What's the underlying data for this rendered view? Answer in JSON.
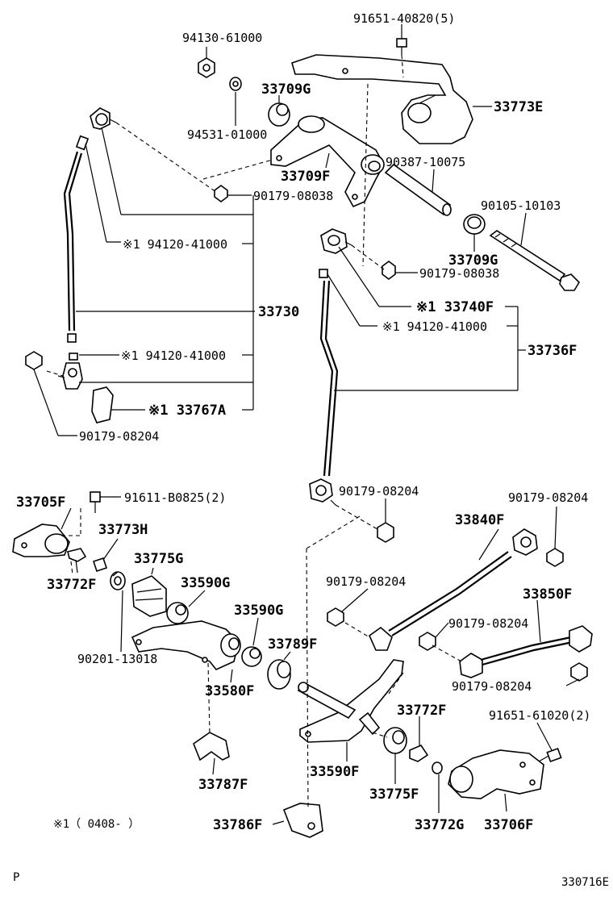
{
  "diagram_id": "330716E",
  "page_marker": "P",
  "note": "※1（ 0408-         ）",
  "labels": {
    "p1": "94130-61000",
    "p2": "91651-40820(5)",
    "p3": "33709G",
    "p4": "33773E",
    "p5": "94531-01000",
    "p6": "33709F",
    "p7": "90387-10075",
    "p8": "90179-08038",
    "p9": "90105-10103",
    "p10": "※1  94120-41000",
    "p11": "33709G",
    "p12": "90179-08038",
    "p13": "33730",
    "p14": "※1  33740F",
    "p15": "※1  94120-41000",
    "p16": "33736F",
    "p17": "※1  94120-41000",
    "p18": "※1  33767A",
    "p19": "90179-08204",
    "p20": "33705F",
    "p21": "91611-B0825(2)",
    "p22": "90179-08204",
    "p23": "90179-08204",
    "p24": "33773H",
    "p25": "33840F",
    "p26": "33772F",
    "p27": "33775G",
    "p28": "33590G",
    "p29": "90179-08204",
    "p30": "33590G",
    "p31": "33850F",
    "p32": "90201-13018",
    "p33": "33789F",
    "p34": "90179-08204",
    "p35": "33580F",
    "p36": "90179-08204",
    "p37": "33772F",
    "p38": "91651-61020(2)",
    "p39": "33787F",
    "p40": "33590F",
    "p41": "33775F",
    "p42": "33786F",
    "p43": "33772G",
    "p44": "33706F"
  }
}
